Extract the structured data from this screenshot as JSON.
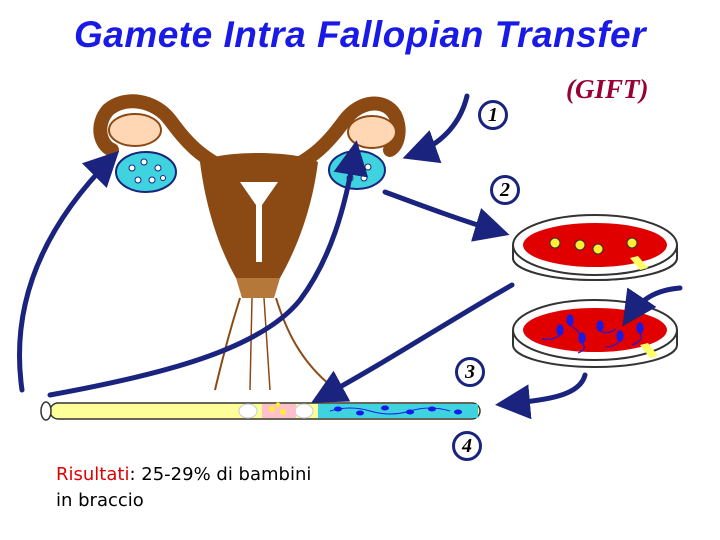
{
  "header": {
    "title": "Gamete Intra Fallopian Transfer",
    "subtitle": "(GIFT)"
  },
  "steps": [
    "1",
    "2",
    "3",
    "4"
  ],
  "result": {
    "label": "Risultati",
    "separator": ":",
    "text": "25-29% di bambini",
    "text_line2": "in braccio"
  },
  "colors": {
    "title": "#1a1ae6",
    "subtitle": "#990033",
    "arrow": "#1a237e",
    "uterus": "#8b4a14",
    "ovary": "#3fd3e0",
    "dish_medium": "#e00000",
    "catheter": "#ffff99",
    "result_label": "#e00000"
  }
}
